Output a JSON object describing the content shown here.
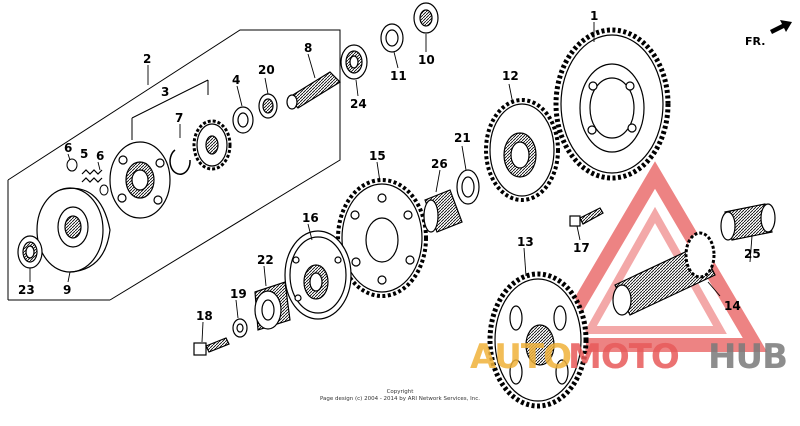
{
  "direction_label": "FR.",
  "copyright": {
    "line1": "Copyright",
    "line2": "Page design (c) 2004 - 2014 by ARI Network Services, Inc."
  },
  "watermark": {
    "part1": "AUTO",
    "part2": "MOTO",
    "part3": "HUB"
  },
  "callouts": [
    {
      "id": "c1",
      "label": "1"
    },
    {
      "id": "c2",
      "label": "2"
    },
    {
      "id": "c3",
      "label": "3"
    },
    {
      "id": "c4",
      "label": "4"
    },
    {
      "id": "c5",
      "label": "5"
    },
    {
      "id": "c6a",
      "label": "6"
    },
    {
      "id": "c6b",
      "label": "6"
    },
    {
      "id": "c7",
      "label": "7"
    },
    {
      "id": "c8",
      "label": "8"
    },
    {
      "id": "c9",
      "label": "9"
    },
    {
      "id": "c10",
      "label": "10"
    },
    {
      "id": "c11",
      "label": "11"
    },
    {
      "id": "c12",
      "label": "12"
    },
    {
      "id": "c13",
      "label": "13"
    },
    {
      "id": "c14",
      "label": "14"
    },
    {
      "id": "c15",
      "label": "15"
    },
    {
      "id": "c16",
      "label": "16"
    },
    {
      "id": "c17",
      "label": "17"
    },
    {
      "id": "c18",
      "label": "18"
    },
    {
      "id": "c19",
      "label": "19"
    },
    {
      "id": "c20",
      "label": "20"
    },
    {
      "id": "c21",
      "label": "21"
    },
    {
      "id": "c22",
      "label": "22"
    },
    {
      "id": "c23",
      "label": "23"
    },
    {
      "id": "c24",
      "label": "24"
    },
    {
      "id": "c25",
      "label": "25"
    },
    {
      "id": "c26",
      "label": "26"
    }
  ],
  "colors": {
    "line": "#000000",
    "watermark_red": "#e85a5a",
    "watermark_gold": "#f0b23a",
    "watermark_gray": "#7a7a7a"
  }
}
